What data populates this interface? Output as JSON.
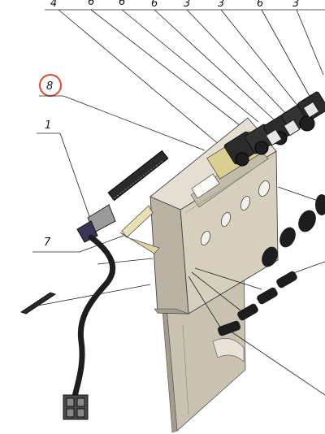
{
  "diagram": {
    "callouts_top": [
      "4",
      "6",
      "6",
      "6",
      "3",
      "3",
      "6",
      "3"
    ],
    "callouts_left": [
      "1",
      "7"
    ],
    "highlighted_callout": "8",
    "colors": {
      "highlight_ring": "#e0462f",
      "panel_face": "#cfc8b7",
      "panel_shadow": "#9c9586",
      "dark_part": "#2a2a2a",
      "harness": "#1e1e1e",
      "bracket": "#d8cc9a"
    }
  }
}
